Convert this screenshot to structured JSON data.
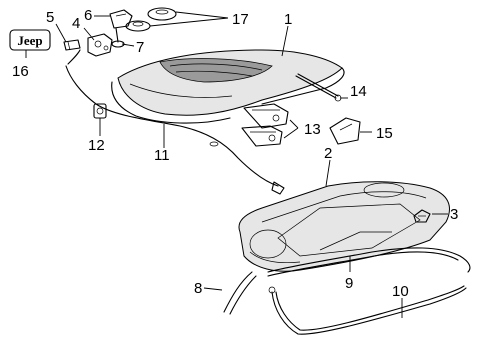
{
  "callouts": {
    "c1": "1",
    "c2": "2",
    "c3": "3",
    "c4": "4",
    "c5": "5",
    "c6": "6",
    "c7": "7",
    "c8": "8",
    "c9": "9",
    "c10": "10",
    "c11": "11",
    "c12": "12",
    "c13": "13",
    "c14": "14",
    "c15": "15",
    "c16": "16",
    "c17": "17"
  },
  "emblem": {
    "text": "Jeep"
  }
}
